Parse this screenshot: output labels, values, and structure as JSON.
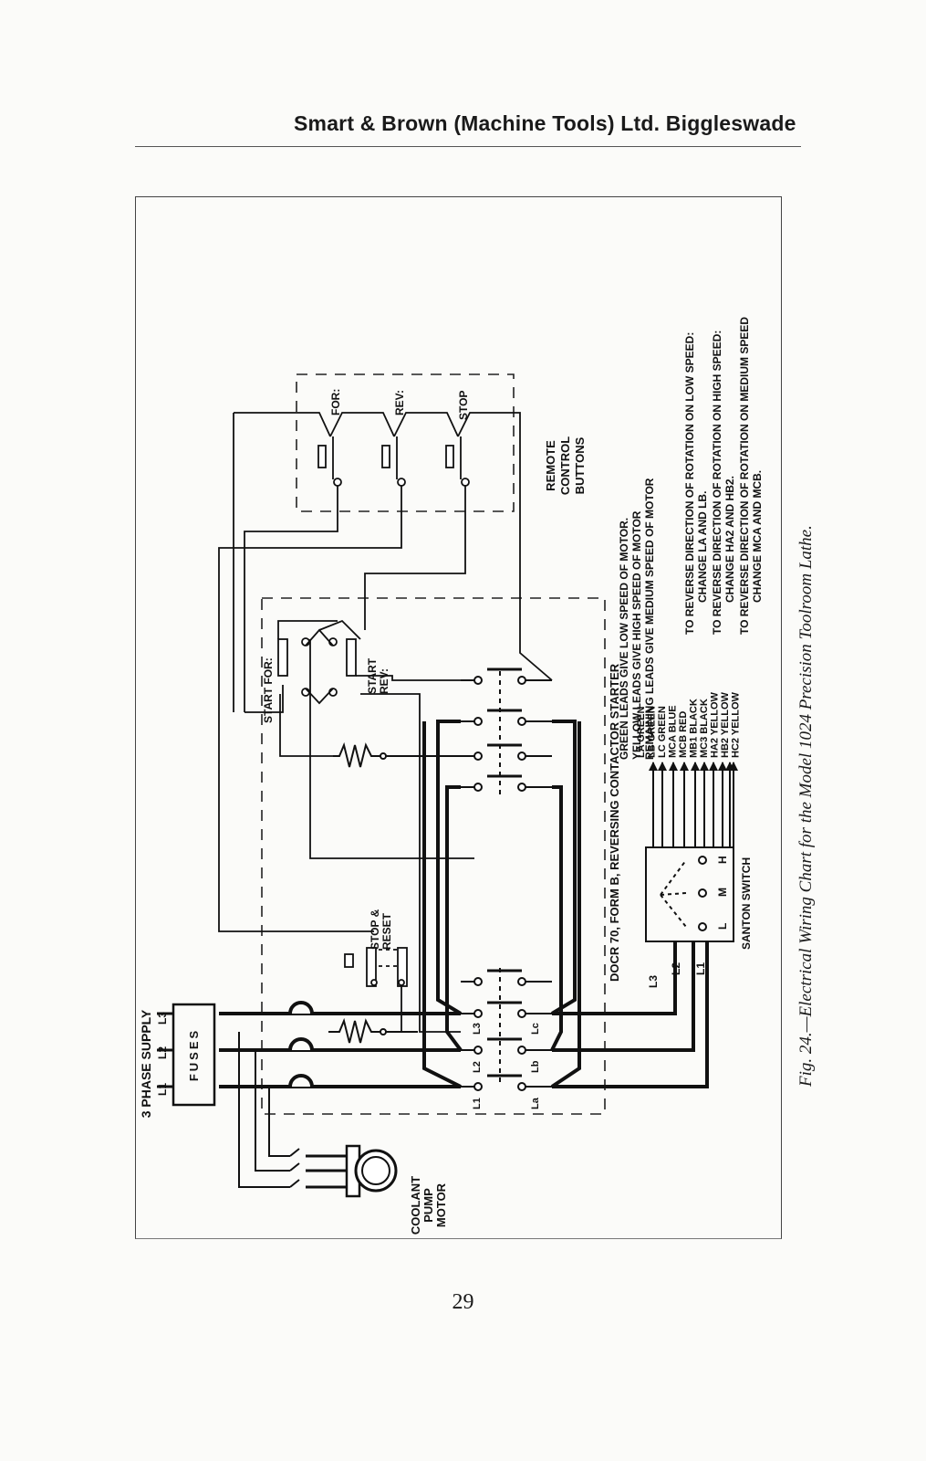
{
  "header": {
    "title": "Smart & Brown (Machine Tools) Ltd. Biggleswade"
  },
  "caption": {
    "prefix": "Fig. 24.",
    "text": "—Electrical Wiring Chart for the Model 1024 Precision Toolroom Lathe."
  },
  "page_number": "29",
  "diagram": {
    "supply": {
      "title": "3 PHASE SUPPLY",
      "lines": [
        "L1",
        "L2",
        "L3"
      ],
      "fuses": "FUSES"
    },
    "coolant_motor": {
      "label": [
        "COOLANT",
        "PUMP",
        "MOTOR"
      ]
    },
    "remote": {
      "buttons": [
        "FOR:",
        "REV:",
        "STOP"
      ],
      "label": [
        "REMOTE",
        "CONTROL",
        "BUTTONS"
      ]
    },
    "starter": {
      "label": "DOCR 70, FORM B, REVERSING CONTACTOR STARTER",
      "start_for": "START FOR:",
      "start_rev": [
        "START",
        "REV:"
      ],
      "stop_reset": [
        "STOP &",
        "RESET"
      ],
      "contact_l": [
        "L1",
        "L2",
        "L3"
      ],
      "contact_r": [
        "La",
        "Lb",
        "Lc"
      ]
    },
    "santon": {
      "label": "SANTON SWITCH",
      "lines": [
        "L3",
        "L2",
        "L1"
      ],
      "positions": [
        "L",
        "M",
        "H"
      ]
    },
    "leads": [
      {
        "code": "LA",
        "color": "GREEN"
      },
      {
        "code": "LB",
        "color": "GREEN"
      },
      {
        "code": "LC",
        "color": "GREEN"
      },
      {
        "code": "MCA",
        "color": "BLUE"
      },
      {
        "code": "MCB",
        "color": "RED"
      },
      {
        "code": "MB1",
        "color": "BLACK"
      },
      {
        "code": "MC3",
        "color": "BLACK"
      },
      {
        "code": "HA2",
        "color": "YELLOW"
      },
      {
        "code": "HB2",
        "color": "YELLOW"
      },
      {
        "code": "HC2",
        "color": "YELLOW"
      }
    ],
    "notes": [
      "GREEN LEADS GIVE LOW SPEED OF MOTOR.",
      "YELLOW LEADS GIVE HIGH SPEED OF MOTOR",
      "REMAINING LEADS GIVE MEDIUM SPEED OF MOTOR"
    ],
    "reverse_notes": [
      "TO REVERSE DIRECTION OF ROTATION ON LOW SPEED:",
      "CHANGE LA AND LB.",
      "TO REVERSE DIRECTION OF ROTATION ON HIGH SPEED:",
      "CHANGE HA2 AND HB2.",
      "TO REVERSE DIRECTION OF ROTATION ON MEDIUM SPEED",
      "CHANGE MCA AND MCB."
    ]
  }
}
